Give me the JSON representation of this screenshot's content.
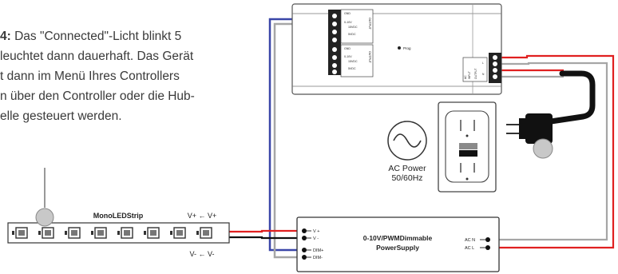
{
  "instruction": {
    "lines": [
      {
        "bold": "4:",
        "text": " Das \"Connected\"-Licht blinkt 5"
      },
      {
        "bold": "",
        "text": "leuchtet dann dauerhaft. Das Gerät"
      },
      {
        "bold": "",
        "text": "t dann im Menü Ihres Controllers"
      },
      {
        "bold": "",
        "text": "n über den Controller oder die Hub-"
      },
      {
        "bold": "",
        "text": "elle gesteuert werden."
      }
    ]
  },
  "controller": {
    "prog_label": "Prog",
    "left_block_top": [
      "GND",
      "0-10V",
      "15VDC",
      "5VDC"
    ],
    "left_block_bottom": [
      "GND",
      "0-10V",
      "15VDC",
      "5VDC"
    ],
    "side_label_top": "OUTPUT",
    "side_label_bottom": "OUTPUT",
    "ac_labels": [
      "AC",
      "INPUT",
      "OUTPUT"
    ],
    "ac_terminals": [
      "L",
      "N"
    ]
  },
  "led_strip": {
    "label": "MonoLEDStrip",
    "v_plus": "V+ ← V+",
    "v_minus": "V- ← V-"
  },
  "ac_power": {
    "label_line1": "AC Power",
    "label_line2": "50/60Hz"
  },
  "power_supply": {
    "title_line1": "0-10V/PWMDimmable",
    "title_line2": "PowerSupply",
    "left_terminals": [
      "V   +",
      "V   -",
      "DIM+",
      "DIM-"
    ],
    "right_terminals": [
      "AC N",
      "AC L"
    ]
  },
  "colors": {
    "red_wire": "#e02020",
    "black_wire": "#111111",
    "blue_wire": "#3a46a8",
    "gray_wire": "#a6a6a6",
    "text": "#3a3a3a"
  }
}
